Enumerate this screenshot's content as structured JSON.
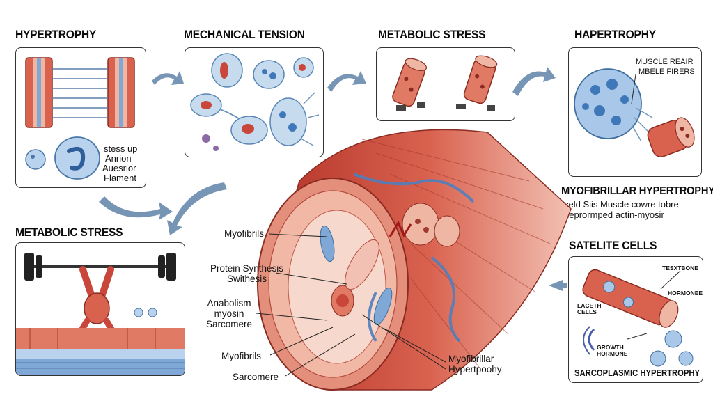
{
  "panels": {
    "hypertrophy_left": {
      "title": "HYPERTROPHY",
      "text_lines": [
        "stess up",
        "Anrion",
        "Auesrior",
        "Flament"
      ]
    },
    "mechanical_tension": {
      "title": "MECHANICAL TENSION"
    },
    "metabolic_stress_top": {
      "title": "METABOLIC STRESS"
    },
    "hypertrophy_right": {
      "title": "HAPERTROPHY",
      "text_lines": [
        "MUSCLE REAIR",
        "MBELE FIRERS"
      ]
    },
    "metabolic_stress_bottom": {
      "title": "METABOLIC STRESS"
    },
    "satellite_cells": {
      "title": "SATELITE CELLS",
      "labels": {
        "testrone": "TESXTBONE",
        "hormone": "HORMONEE",
        "lacteth": "LACETH\nCELLS",
        "growth": "GROWTH\nHORMONE"
      },
      "footer": "SARCOPLASMIC HYPERTROPHY"
    }
  },
  "myofibrillar": {
    "title": "MYOFIBRILLAR HYPERTROPHY",
    "lines": [
      "celd Siis Muscle cowre tobre",
      "neprormped actin-myosir"
    ]
  },
  "callouts": {
    "myofibrils_top": "Myofibrils",
    "protein_synthesis": "Protein Synthesis\nSwithesis",
    "anabolism": "Anabolism\nmyosin\nSarcomere",
    "myofibrils_bottom": "Myofibrils",
    "sarcomere": "Sarcomere",
    "myofibrillar_hyp": "Myofibrillar\nHypertpoohy"
  },
  "colors": {
    "muscle_red": "#c8463a",
    "muscle_light": "#e89a88",
    "cell_blue": "#9fc3e6",
    "nucleus_blue": "#3f78b8",
    "arrow_blue": "#5f82a8"
  }
}
